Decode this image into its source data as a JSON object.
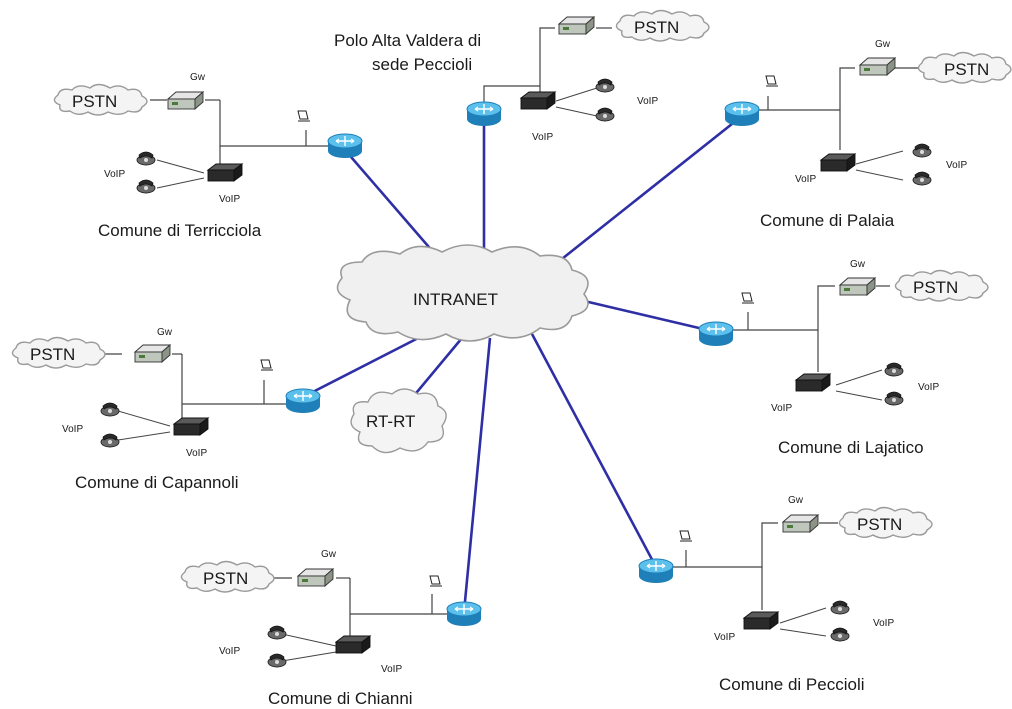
{
  "core": {
    "intranet_label": "INTRANET",
    "rtrt_label": "RT-RT"
  },
  "sites": [
    {
      "title": "Comune di Terricciola",
      "pstn": "PSTN",
      "gw": "Gw",
      "voip_phones": "VoIP",
      "voip_device": "VoIP"
    },
    {
      "title_line1": "Polo Alta Valdera di",
      "title_line2": "sede Peccioli",
      "pstn": "PSTN",
      "voip_phones": "VoIP",
      "voip_device": "VoIP"
    },
    {
      "title": "Comune di Palaia",
      "pstn": "PSTN",
      "gw": "Gw",
      "voip_phones": "VoIP",
      "voip_device": "VoIP"
    },
    {
      "title": "Comune di Lajatico",
      "pstn": "PSTN",
      "gw": "Gw",
      "voip_phones": "VoIP",
      "voip_device": "VoIP"
    },
    {
      "title": "Comune di Capannoli",
      "pstn": "PSTN",
      "gw": "Gw",
      "voip_phones": "VoIP",
      "voip_device": "VoIP"
    },
    {
      "title": "Comune di Chianni",
      "pstn": "PSTN",
      "gw": "Gw",
      "voip_phones": "VoIP",
      "voip_device": "VoIP"
    },
    {
      "title": "Comune di Peccioli",
      "pstn": "PSTN",
      "gw": "Gw",
      "voip_phones": "VoIP",
      "voip_device": "VoIP"
    }
  ],
  "icons": {
    "router": "router-icon",
    "gateway": "gateway-icon",
    "voip_server": "voip-device-icon",
    "phone": "phone-icon",
    "wifi": "wireless-access-point-icon",
    "cloud": "cloud-icon"
  },
  "colors": {
    "link": "#2e2fa5",
    "router": "#3aa3d8"
  }
}
